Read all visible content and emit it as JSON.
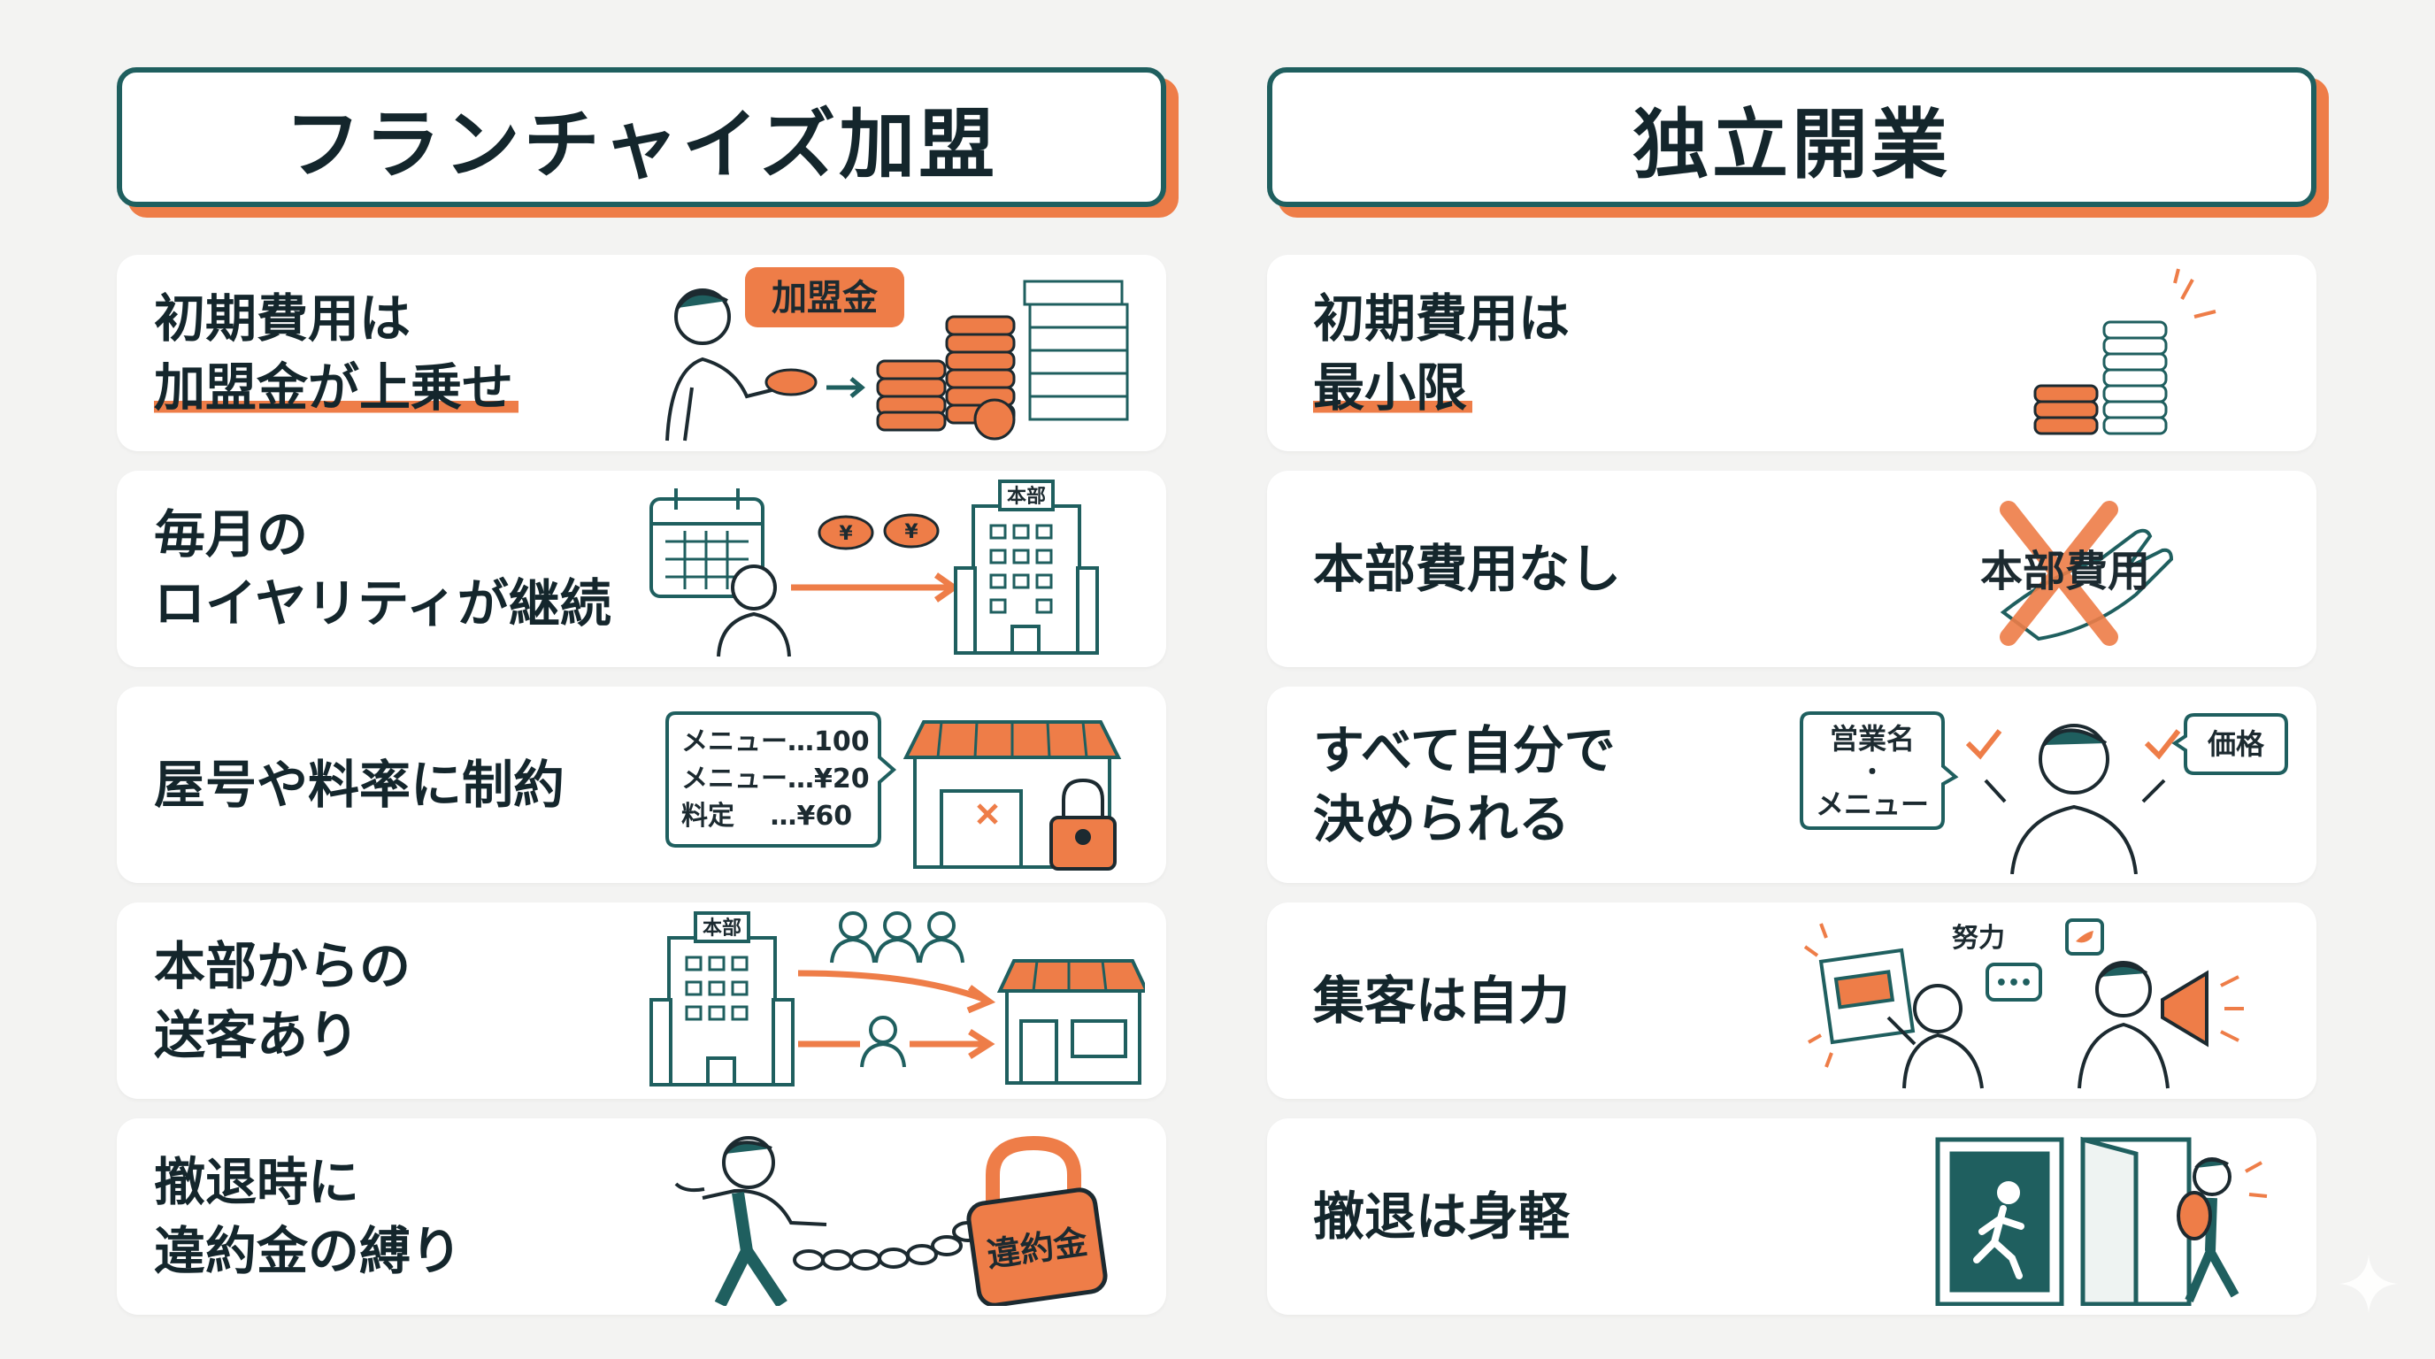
{
  "left": {
    "title": "フランチャイズ加盟",
    "rows": [
      {
        "line1": "初期費用は",
        "line2": "加盟金が上乗せ",
        "badge": "加盟金"
      },
      {
        "line1": "毎月の",
        "line2": "ロイヤリティが継続",
        "sign": "本部"
      },
      {
        "line1": "屋号や料率に制約",
        "menu": [
          "メニュー…100",
          "メニュー…¥20",
          "料定 　…¥60"
        ]
      },
      {
        "line1": "本部からの",
        "line2": "送客あり",
        "sign": "本部"
      },
      {
        "line1": "撤退時に",
        "line2": "違約金の縛り",
        "lock": "違約金"
      }
    ]
  },
  "right": {
    "title": "独立開業",
    "rows": [
      {
        "line1": "初期費用は",
        "line2": "最小限"
      },
      {
        "line1": "本部費用なし",
        "crossed": "本部費用"
      },
      {
        "line1": "すべて自分で",
        "line2": "決められる",
        "bubble_left": [
          "営業名",
          "・",
          "メニュー"
        ],
        "bubble_right": "価格"
      },
      {
        "line1": "集客は自力",
        "effort": "努力"
      },
      {
        "line1": "撤退は身軽"
      }
    ]
  },
  "colors": {
    "teal": "#1f5f5f",
    "orange": "#ee7d48",
    "ink": "#14262c"
  }
}
